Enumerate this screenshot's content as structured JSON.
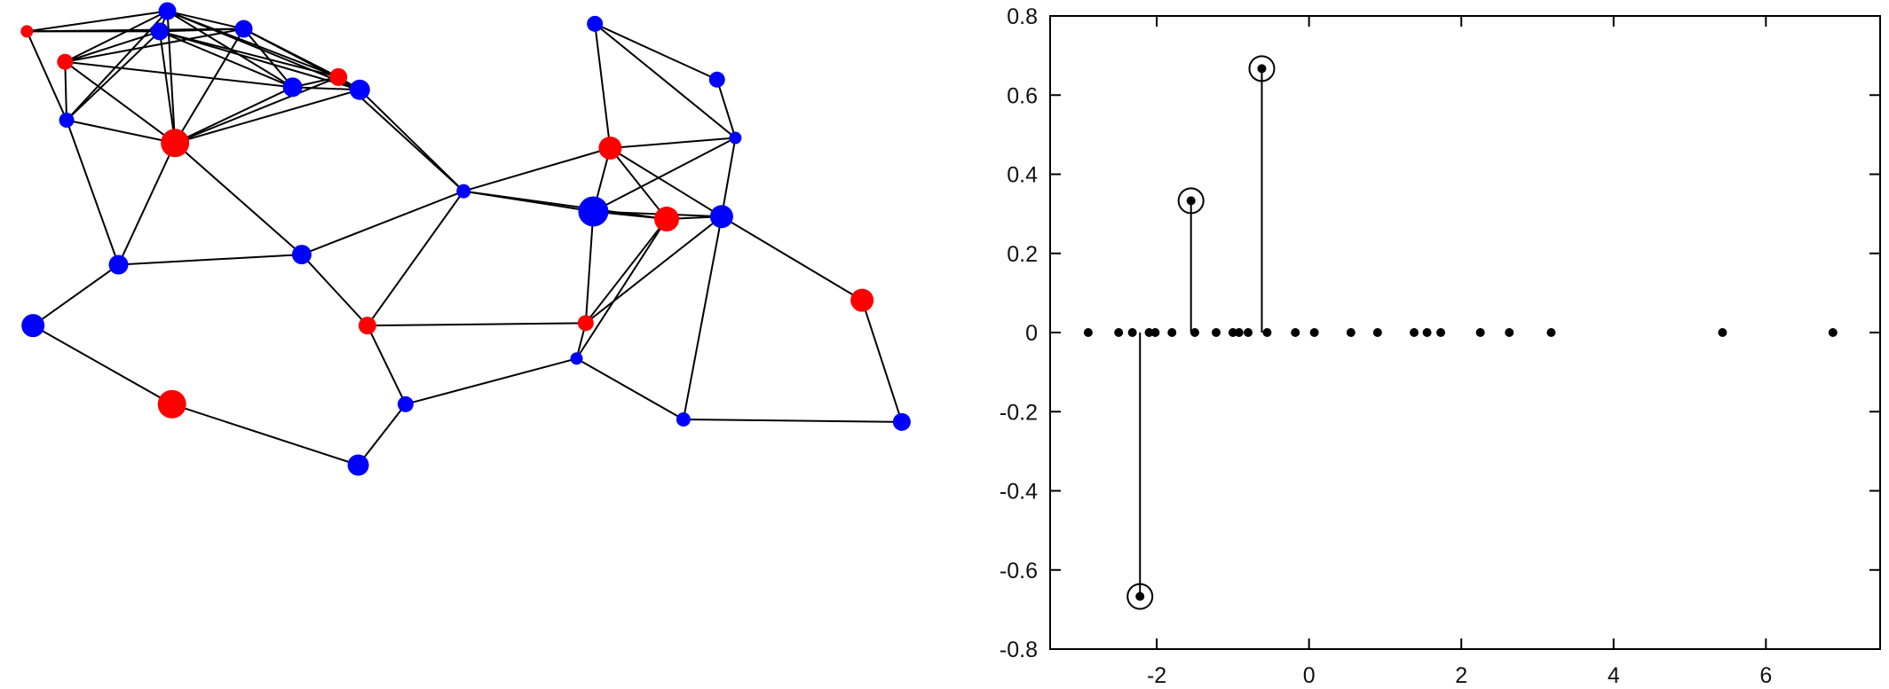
{
  "colors": {
    "positive_node": "#ff0000",
    "negative_node": "#0000ff",
    "edge": "#000000",
    "stem": "#000000",
    "marker": "#000000"
  },
  "chart_data": [
    {
      "type": "network",
      "title": "",
      "nodes": [
        {
          "id": 0,
          "x": 0.6,
          "y": 10.3,
          "size": 0.3,
          "sign": "positive"
        },
        {
          "id": 1,
          "x": 9.8,
          "y": 11.1,
          "size": 0.6,
          "sign": "negative"
        },
        {
          "id": 2,
          "x": 9.3,
          "y": 10.3,
          "size": 0.6,
          "sign": "negative"
        },
        {
          "id": 3,
          "x": 14.8,
          "y": 10.4,
          "size": 0.6,
          "sign": "negative"
        },
        {
          "id": 4,
          "x": 3.1,
          "y": 9.1,
          "size": 0.5,
          "sign": "positive"
        },
        {
          "id": 5,
          "x": 21.0,
          "y": 8.5,
          "size": 0.6,
          "sign": "positive"
        },
        {
          "id": 6,
          "x": 18.0,
          "y": 8.1,
          "size": 0.7,
          "sign": "negative"
        },
        {
          "id": 7,
          "x": 22.4,
          "y": 8.0,
          "size": 0.75,
          "sign": "negative"
        },
        {
          "id": 8,
          "x": 3.2,
          "y": 6.8,
          "size": 0.45,
          "sign": "negative"
        },
        {
          "id": 9,
          "x": 10.3,
          "y": 5.9,
          "size": 1.2,
          "sign": "positive"
        },
        {
          "id": 10,
          "x": 37.8,
          "y": 10.6,
          "size": 0.5,
          "sign": "negative"
        },
        {
          "id": 11,
          "x": 45.8,
          "y": 8.4,
          "size": 0.5,
          "sign": "negative"
        },
        {
          "id": 12,
          "x": 47.0,
          "y": 6.1,
          "size": 0.3,
          "sign": "negative"
        },
        {
          "id": 13,
          "x": 38.8,
          "y": 5.7,
          "size": 0.9,
          "sign": "positive"
        },
        {
          "id": 14,
          "x": 29.2,
          "y": 4.0,
          "size": 0.4,
          "sign": "negative"
        },
        {
          "id": 15,
          "x": 37.7,
          "y": 3.2,
          "size": 1.3,
          "sign": "negative"
        },
        {
          "id": 16,
          "x": 42.5,
          "y": 2.9,
          "size": 1.0,
          "sign": "positive"
        },
        {
          "id": 17,
          "x": 46.1,
          "y": 3.0,
          "size": 0.9,
          "sign": "negative"
        },
        {
          "id": 18,
          "x": 6.6,
          "y": 1.1,
          "size": 0.7,
          "sign": "negative"
        },
        {
          "id": 19,
          "x": 18.6,
          "y": 1.5,
          "size": 0.7,
          "sign": "negative"
        },
        {
          "id": 20,
          "x": 1.0,
          "y": -1.3,
          "size": 0.9,
          "sign": "negative"
        },
        {
          "id": 21,
          "x": 22.9,
          "y": -1.3,
          "size": 0.6,
          "sign": "positive"
        },
        {
          "id": 22,
          "x": 37.2,
          "y": -1.2,
          "size": 0.5,
          "sign": "positive"
        },
        {
          "id": 23,
          "x": 55.3,
          "y": -0.3,
          "size": 0.9,
          "sign": "positive"
        },
        {
          "id": 24,
          "x": 36.6,
          "y": -2.6,
          "size": 0.3,
          "sign": "negative"
        },
        {
          "id": 25,
          "x": 10.1,
          "y": -4.4,
          "size": 1.2,
          "sign": "positive"
        },
        {
          "id": 26,
          "x": 25.4,
          "y": -4.4,
          "size": 0.5,
          "sign": "negative"
        },
        {
          "id": 27,
          "x": 43.6,
          "y": -5.0,
          "size": 0.4,
          "sign": "negative"
        },
        {
          "id": 28,
          "x": 57.9,
          "y": -5.1,
          "size": 0.6,
          "sign": "negative"
        },
        {
          "id": 29,
          "x": 22.3,
          "y": -6.8,
          "size": 0.8,
          "sign": "negative"
        }
      ],
      "edges": [
        [
          0,
          1
        ],
        [
          0,
          2
        ],
        [
          0,
          3
        ],
        [
          0,
          8
        ],
        [
          1,
          2
        ],
        [
          1,
          3
        ],
        [
          1,
          4
        ],
        [
          1,
          5
        ],
        [
          1,
          6
        ],
        [
          1,
          7
        ],
        [
          1,
          8
        ],
        [
          1,
          9
        ],
        [
          2,
          3
        ],
        [
          2,
          4
        ],
        [
          2,
          5
        ],
        [
          2,
          6
        ],
        [
          2,
          7
        ],
        [
          2,
          8
        ],
        [
          2,
          9
        ],
        [
          3,
          5
        ],
        [
          3,
          6
        ],
        [
          3,
          7
        ],
        [
          3,
          9
        ],
        [
          3,
          4
        ],
        [
          4,
          8
        ],
        [
          4,
          9
        ],
        [
          4,
          6
        ],
        [
          5,
          6
        ],
        [
          5,
          7
        ],
        [
          5,
          9
        ],
        [
          6,
          7
        ],
        [
          6,
          9
        ],
        [
          7,
          9
        ],
        [
          8,
          18
        ],
        [
          8,
          9
        ],
        [
          9,
          18
        ],
        [
          9,
          19
        ],
        [
          7,
          14
        ],
        [
          5,
          14
        ],
        [
          18,
          19
        ],
        [
          18,
          20
        ],
        [
          20,
          25
        ],
        [
          25,
          29
        ],
        [
          29,
          26
        ],
        [
          19,
          21
        ],
        [
          19,
          14
        ],
        [
          14,
          21
        ],
        [
          14,
          13
        ],
        [
          14,
          15
        ],
        [
          14,
          16
        ],
        [
          21,
          22
        ],
        [
          21,
          26
        ],
        [
          26,
          24
        ],
        [
          22,
          24
        ],
        [
          10,
          13
        ],
        [
          10,
          11
        ],
        [
          10,
          12
        ],
        [
          11,
          12
        ],
        [
          12,
          13
        ],
        [
          12,
          15
        ],
        [
          12,
          17
        ],
        [
          13,
          15
        ],
        [
          13,
          16
        ],
        [
          13,
          17
        ],
        [
          15,
          16
        ],
        [
          15,
          17
        ],
        [
          16,
          17
        ],
        [
          15,
          22
        ],
        [
          16,
          22
        ],
        [
          16,
          24
        ],
        [
          17,
          22
        ],
        [
          24,
          27
        ],
        [
          17,
          27
        ],
        [
          27,
          28
        ],
        [
          28,
          23
        ],
        [
          17,
          23
        ]
      ]
    },
    {
      "type": "stem",
      "title": "",
      "xlabel": "",
      "ylabel": "",
      "xlim": [
        -3.4,
        7.5
      ],
      "ylim": [
        -0.8,
        0.8
      ],
      "xticks": [
        "-2",
        "0",
        "2",
        "4",
        "6"
      ],
      "yticks": [
        "0.8",
        "0.6",
        "0.4",
        "0.2",
        "0",
        "-0.2",
        "-0.4",
        "-0.6",
        "-0.8"
      ],
      "grid": false,
      "points": [
        {
          "x": -2.9,
          "y": 0
        },
        {
          "x": -2.5,
          "y": 0
        },
        {
          "x": -2.32,
          "y": 0
        },
        {
          "x": -2.22,
          "y": -0.667,
          "circled": true
        },
        {
          "x": -2.1,
          "y": 0
        },
        {
          "x": -2.02,
          "y": 0
        },
        {
          "x": -1.8,
          "y": 0
        },
        {
          "x": -1.55,
          "y": 0.333,
          "circled": true
        },
        {
          "x": -1.5,
          "y": 0
        },
        {
          "x": -1.22,
          "y": 0
        },
        {
          "x": -1.0,
          "y": 0
        },
        {
          "x": -0.92,
          "y": 0
        },
        {
          "x": -0.8,
          "y": 0
        },
        {
          "x": -0.62,
          "y": 0.667,
          "circled": true
        },
        {
          "x": -0.55,
          "y": 0
        },
        {
          "x": -0.18,
          "y": 0
        },
        {
          "x": 0.07,
          "y": 0
        },
        {
          "x": 0.55,
          "y": 0
        },
        {
          "x": 0.9,
          "y": 0
        },
        {
          "x": 1.38,
          "y": 0
        },
        {
          "x": 1.55,
          "y": 0
        },
        {
          "x": 1.73,
          "y": 0
        },
        {
          "x": 2.25,
          "y": 0
        },
        {
          "x": 2.63,
          "y": 0
        },
        {
          "x": 3.18,
          "y": 0
        },
        {
          "x": 5.43,
          "y": 0
        },
        {
          "x": 6.88,
          "y": 0
        }
      ]
    }
  ]
}
